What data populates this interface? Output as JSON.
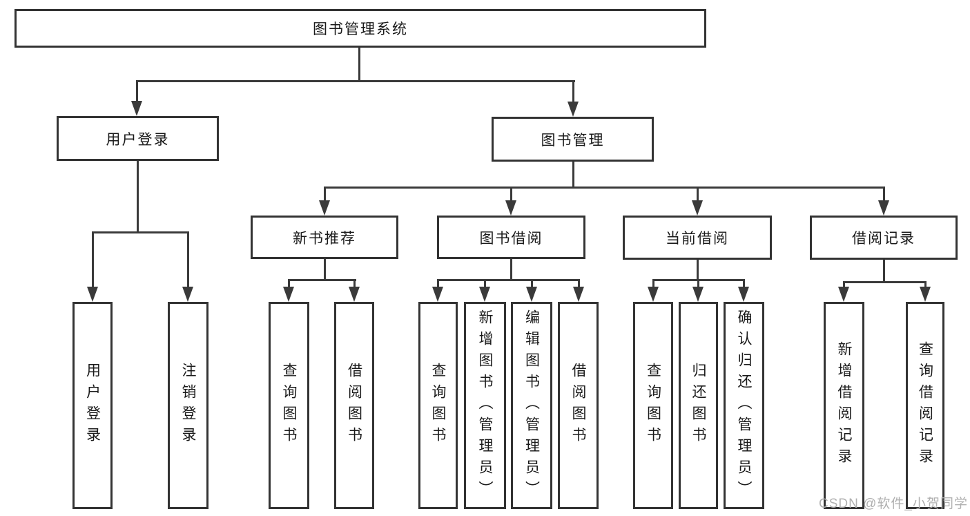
{
  "tree": {
    "label": "图书管理系统",
    "children": [
      {
        "label": "用户登录",
        "children": [
          {
            "label": "用户登录"
          },
          {
            "label": "注销登录"
          }
        ]
      },
      {
        "label": "图书管理",
        "children": [
          {
            "label": "新书推荐",
            "children": [
              {
                "label": "查询图书"
              },
              {
                "label": "借阅图书"
              }
            ]
          },
          {
            "label": "图书借阅",
            "children": [
              {
                "label": "查询图书"
              },
              {
                "label": "新增图书（管理员）"
              },
              {
                "label": "编辑图书（管理员）"
              },
              {
                "label": "借阅图书"
              }
            ]
          },
          {
            "label": "当前借阅",
            "children": [
              {
                "label": "查询图书"
              },
              {
                "label": "归还图书"
              },
              {
                "label": "确认归还（管理员）"
              }
            ]
          },
          {
            "label": "借阅记录",
            "children": [
              {
                "label": "新增借阅记录"
              },
              {
                "label": "查询借阅记录"
              }
            ]
          }
        ]
      }
    ]
  },
  "watermark": "CSDN @软件_小贺同学",
  "colors": {
    "line": "#3a3a3a",
    "box_border": "#333333",
    "box_fill": "#ffffff",
    "text": "#1a1a1a",
    "watermark": "#b0b0b0",
    "background": "#ffffff"
  }
}
